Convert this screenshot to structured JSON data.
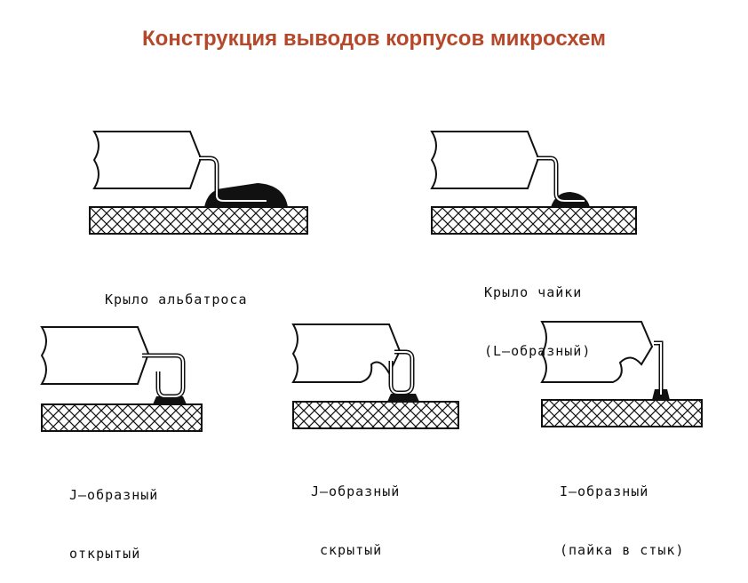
{
  "title": "Конструкция выводов корпусов микросхем",
  "figures": [
    {
      "id": "gull-wing-albatross",
      "caption_lines": [
        "Крыло альбатроса"
      ]
    },
    {
      "id": "gull-wing-seagull",
      "caption_lines": [
        "Крыло чайки",
        "(L–образный)"
      ]
    },
    {
      "id": "j-lead-open",
      "caption_lines": [
        "J–образный",
        "открытый"
      ]
    },
    {
      "id": "j-lead-hidden",
      "caption_lines": [
        "J–образный",
        "скрытый"
      ]
    },
    {
      "id": "i-lead-butt",
      "caption_lines": [
        "I–образный",
        "(пайка в стык)"
      ]
    }
  ]
}
